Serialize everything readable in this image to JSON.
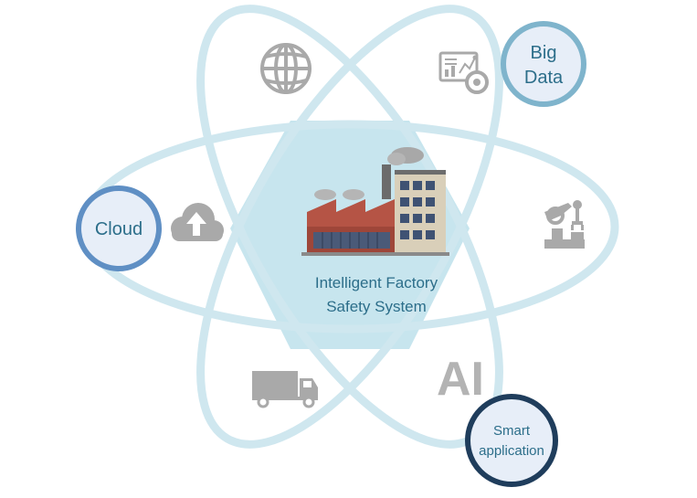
{
  "center": {
    "line1": "Intelligent Factory",
    "line2": "Safety System"
  },
  "nodes": {
    "big_data": {
      "line1": "Big",
      "line2": "Data"
    },
    "cloud": {
      "label": "Cloud"
    },
    "smart_application": {
      "line1": "Smart",
      "line2": "application"
    }
  },
  "icons": {
    "ai_text": "AI",
    "list": [
      "globe-icon",
      "dashboard-analytics-icon",
      "cloud-upload-icon",
      "robot-arm-icon",
      "truck-icon",
      "ai-text-icon",
      "factory-icon"
    ]
  },
  "colors": {
    "orbit": "#cfe7ef",
    "hexagon": "#c7e5ee",
    "node_fill": "#e7eef8",
    "big_data_ring": "#7fb4cc",
    "cloud_ring": "#5f8fc4",
    "smart_ring": "#1f3d5c",
    "label_text": "#2c6e8a",
    "icon_gray": "#a9a9a9"
  }
}
